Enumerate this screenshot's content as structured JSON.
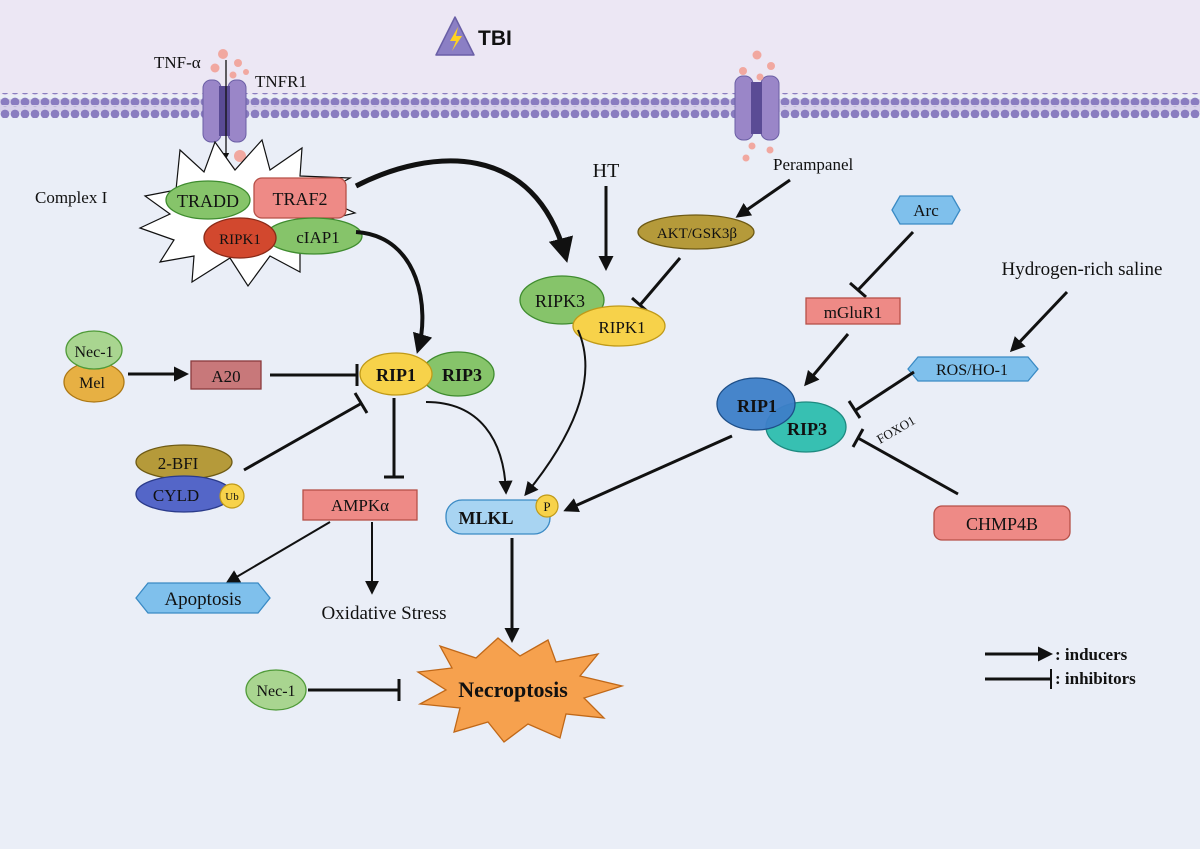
{
  "header": {
    "title": "TBI"
  },
  "membrane": {
    "ligand": "TNF-α",
    "receptor": "TNFR1"
  },
  "complex": {
    "label": "Complex I",
    "tradd": "TRADD",
    "traf2": "TRAF2",
    "ripk1": "RIPK1",
    "ciap1": "cIAP1"
  },
  "nodes": {
    "ht": "HT",
    "perampanel": "Perampanel",
    "akt_gsk": "AKT/GSK3β",
    "ripk3": "RIPK3",
    "ripk1_b": "RIPK1",
    "arc": "Arc",
    "mglur1": "mGluR1",
    "hrs": "Hydrogen-rich saline",
    "ros_ho1": "ROS/HO-1",
    "rip1_right": "RIP1",
    "rip3_right": "RIP3",
    "foxo1": "FOXO1",
    "chmp4b": "CHMP4B",
    "nec1_top": "Nec-1",
    "mel": "Mel",
    "a20": "A20",
    "rip1_mid": "RIP1",
    "rip3_mid": "RIP3",
    "bfi": "2-BFI",
    "cyld": "CYLD",
    "ub": "Ub",
    "ampk": "AMPKα",
    "apoptosis": "Apoptosis",
    "oxidative": "Oxidative Stress",
    "mlkl": "MLKL",
    "p": "P",
    "nec1_bottom": "Nec-1",
    "necroptosis": "Necroptosis"
  },
  "legend": {
    "inducers": ": inducers",
    "inhibitors": ": inhibitors"
  }
}
